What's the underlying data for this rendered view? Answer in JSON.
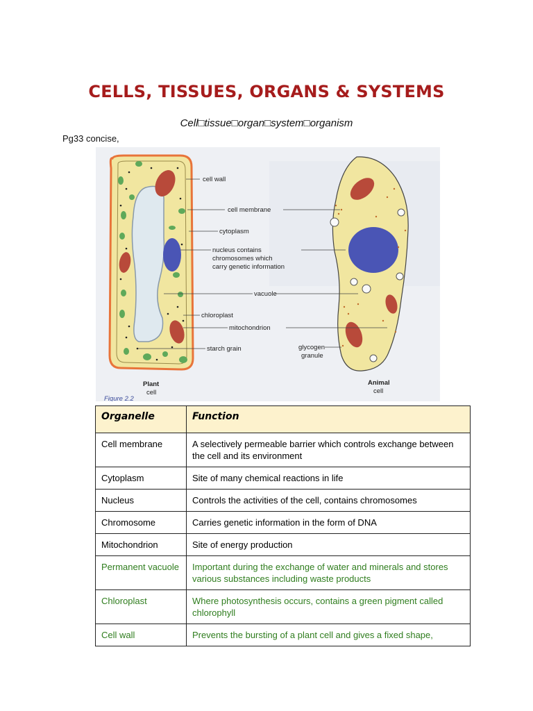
{
  "title": "CELLS, TISSUES, ORGANS & SYSTEMS",
  "subtitle": "Cell□tissue□organ□system□organism",
  "reference": "Pg33 concise,",
  "figure": {
    "labels": {
      "cell_wall": "cell wall",
      "cell_membrane": "cell membrane",
      "cytoplasm": "cytoplasm",
      "nucleus_1": "nucleus contains",
      "nucleus_2": "chromosomes which",
      "nucleus_3": "carry genetic information",
      "vacuole": "vacuole",
      "chloroplast": "chloroplast",
      "mitochondrion": "mitochondrion",
      "starch_grain": "starch grain",
      "glycogen_1": "glycogen",
      "glycogen_2": "granule",
      "plant_1": "Plant",
      "plant_2": "cell",
      "animal_1": "Animal",
      "animal_2": "cell",
      "figure_caption": "Figure 2.2"
    },
    "colors": {
      "cytoplasm": "#f1e6a0",
      "wall": "#e8743a",
      "nucleus": "#4a55b5",
      "vacuole": "#dfe9ef",
      "chloroplast": "#5fa95a",
      "mitochondrion": "#b84a3a"
    }
  },
  "table": {
    "headers": [
      "Organelle",
      "Function"
    ],
    "rows": [
      {
        "organelle": "Cell membrane",
        "function": "A selectively permeable barrier which controls exchange between the cell and its environment"
      },
      {
        "organelle": "Cytoplasm",
        "function": "Site of many chemical reactions in life"
      },
      {
        "organelle": "Nucleus",
        "function": "Controls the activities of the cell, contains chromosomes"
      },
      {
        "organelle": "Chromosome",
        "function": "Carries genetic information in the form of DNA"
      },
      {
        "organelle": "Mitochondrion",
        "function": "Site of energy production"
      },
      {
        "organelle": "Permanent vacuole",
        "function": "Important during the exchange of water and minerals and stores various substances including waste products"
      },
      {
        "organelle": "Chloroplast",
        "function": "Where photosynthesis occurs, contains a green pigment called chlorophyll"
      },
      {
        "organelle": "Cell wall",
        "function": "Prevents the bursting of a plant cell and gives a fixed shape,"
      }
    ],
    "colors": {
      "header_bg": "#fdf2cd",
      "green_text": "#2f7d1e"
    }
  },
  "colors": {
    "title": "#a61c1c"
  }
}
